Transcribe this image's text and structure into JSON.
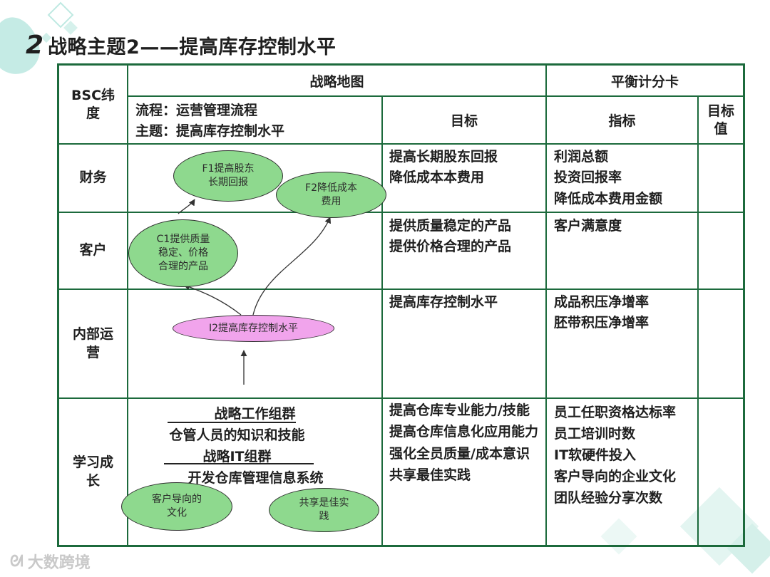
{
  "title": {
    "number": "2",
    "text": "战略主题2——提高库存控制水平"
  },
  "headers": {
    "bsc_dimension": "BSC纬\n度",
    "strategy_map": "战略地图",
    "balanced_scorecard": "平衡计分卡",
    "process_line": "流程：运营管理流程",
    "theme_line": "主题：提高库存控制水平",
    "objectives": "目标",
    "indicators": "指标",
    "target_value": "目标\n值"
  },
  "rows": [
    {
      "dimension": "财务",
      "objectives": [
        "提高长期股东回报",
        "降低成本本费用"
      ],
      "indicators": [
        "利润总额",
        "投资回报率",
        "降低成本费用金额"
      ]
    },
    {
      "dimension": "客户",
      "objectives": [
        "提供质量稳定的产品",
        "提供价格合理的产品"
      ],
      "indicators": [
        "客户满意度"
      ]
    },
    {
      "dimension": "内部运\n营",
      "objectives": [
        "提高库存控制水平"
      ],
      "indicators": [
        "成品积压净增率",
        "胚带积压净增率"
      ]
    },
    {
      "dimension": "学习成\n长",
      "objectives": [
        "提高仓库专业能力/技能",
        "提高仓库信息化应用能力",
        "强化全员质量/成本意识",
        "共享最佳实践"
      ],
      "indicators": [
        "员工任职资格达标率",
        "员工培训时数",
        "IT软硬件投入",
        "客户导向的企业文化",
        "团队经验分享次数"
      ]
    }
  ],
  "map_nodes": {
    "f1": "F1提高股东\n长期回报",
    "f2": "F2降低成本\n费用",
    "c1": "C1提供质量\n稳定、价格\n合理的产品",
    "i2": "I2提高库存控制水平",
    "l_culture": "客户导向的\n文化",
    "l_share": "共享是佳实\n践"
  },
  "learning_groups": {
    "group1": "战略工作组群",
    "group1_detail": "仓管人员的知识和技能",
    "group2": "战略IT组群",
    "group2_detail": "开发仓库管理信息系统"
  },
  "watermark": "大数跨境",
  "colors": {
    "grid": "#1c6a3c",
    "node_green": "#8ed98e",
    "node_pink": "#f1a4ec",
    "decor": "#bfe9e2"
  }
}
